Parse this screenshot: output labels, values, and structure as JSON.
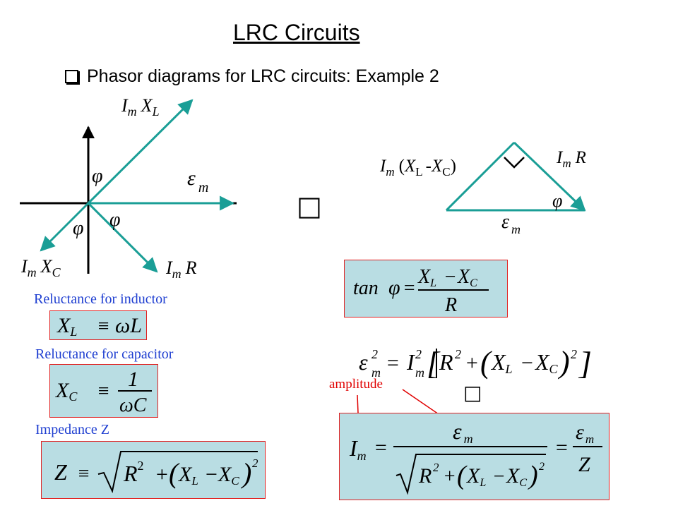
{
  "header": {
    "title": "LRC Circuits",
    "bullet": "Phasor diagrams for LRC circuits: Example 2"
  },
  "phasor_diagram": {
    "label_im_xl": {
      "I": "I",
      "m": "m",
      "X": "X",
      "L": "L"
    },
    "label_im_xc": {
      "I": "I",
      "m": "m",
      "X": "X",
      "C": "C"
    },
    "label_im_r": {
      "I": "I",
      "m": "m",
      "R": "R"
    },
    "label_emf": {
      "e": "ε",
      "m": "m"
    },
    "phi": "φ"
  },
  "triangle_diagram": {
    "label_reactance": {
      "I": "I",
      "m": "m",
      "open": "(",
      "X1": "X",
      "L": "L",
      "dash": "-",
      "X2": "X",
      "C": "C",
      "close": ")"
    },
    "label_resistor": {
      "I": "I",
      "m": "m",
      "R": "R"
    },
    "label_emf": {
      "e": "ε",
      "m": "m"
    },
    "phi": "φ"
  },
  "labels": {
    "inductor": "Reluctance for inductor",
    "capacitor": "Reluctance for capacitor",
    "impedance": "Impedance Z",
    "amplitude": "amplitude"
  },
  "formulas": {
    "xl": {
      "X": "X",
      "L": "L",
      "equiv": "≡",
      "omega": "ω",
      "Lv": "L"
    },
    "xc": {
      "X": "X",
      "C": "C",
      "equiv": "≡",
      "one": "1",
      "omega": "ω",
      "Cv": "C"
    },
    "z": {
      "Z": "Z",
      "equiv": "≡",
      "R": "R",
      "sq": "2",
      "open": "(",
      "X1": "X",
      "L": "L",
      "minus": "−",
      "X2": "X",
      "C": "C",
      "close": ")",
      "sq2": "2"
    },
    "tan": {
      "tan": "tan",
      "phi": "φ",
      "eq": "=",
      "X1": "X",
      "L": "L",
      "minus": "−",
      "X2": "X",
      "C": "C",
      "R": "R"
    },
    "emf_sq": {
      "e": "ε",
      "m": "m",
      "sq": "2",
      "eq": "=",
      "I": "I",
      "m2": "m",
      "sq2": "2",
      "R": "R",
      "sq3": "2",
      "plus": "+",
      "open": "(",
      "X1": "X",
      "L": "L",
      "minus": "−",
      "X2": "X",
      "C": "C",
      "close": ")",
      "sq4": "2"
    },
    "im": {
      "I": "I",
      "m": "m",
      "eq": "=",
      "e": "ε",
      "m2": "m",
      "R": "R",
      "sq": "2",
      "plus": "+",
      "open": "(",
      "X1": "X",
      "L": "L",
      "minus": "−",
      "X2": "X",
      "C": "C",
      "close": ")",
      "sq2": "2",
      "eq2": "=",
      "e2": "ε",
      "m3": "m",
      "Z": "Z"
    }
  },
  "colors": {
    "arrow": "#1a9e96",
    "box_fill": "#b9dde3",
    "box_border": "#e02020",
    "blue_text": "#1f3fd1",
    "red_text": "#e00000"
  },
  "icons": {
    "equivalence_mark_1": "missing-glyph-box",
    "equivalence_mark_2": "missing-glyph-box"
  }
}
